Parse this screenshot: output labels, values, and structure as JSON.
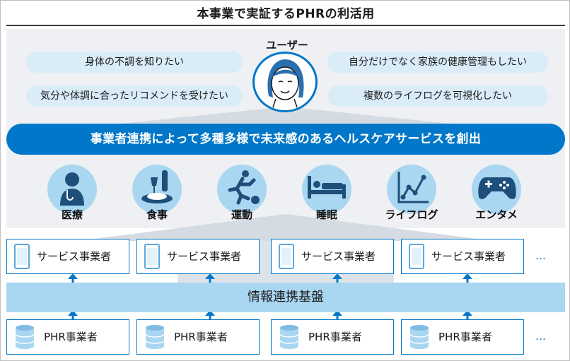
{
  "title": "本事業で実証するPHRの利活用",
  "user": {
    "label": "ユーザー",
    "needs": [
      "身体の不調を知りたい",
      "気分や体調に合ったリコメンドを受けたい",
      "自分だけでなく家族の健康管理もしたい",
      "複数のライフログを可視化したい"
    ]
  },
  "banner": "事業者連携によって多種多様で未来感のあるヘルスケアサービスを創出",
  "services": [
    {
      "label": "医療",
      "icon": "doctor-icon"
    },
    {
      "label": "食事",
      "icon": "meal-icon"
    },
    {
      "label": "運動",
      "icon": "running-icon"
    },
    {
      "label": "睡眠",
      "icon": "bed-icon"
    },
    {
      "label": "ライフログ",
      "icon": "line-graph-icon"
    },
    {
      "label": "エンタメ",
      "icon": "gamepad-icon"
    }
  ],
  "service_providers": [
    "サービス事業者",
    "サービス事業者",
    "サービス事業者",
    "サービス事業者"
  ],
  "platform": "情報連携基盤",
  "phr_providers": [
    "PHR事業者",
    "PHR事業者",
    "PHR事業者",
    "PHR事業者"
  ],
  "ellipsis": "…",
  "colors": {
    "primary": "#0077c8",
    "light_blue": "#a9d6f1",
    "pale_blue": "#d9ecf8",
    "panel_gray": "#eef0f3"
  }
}
